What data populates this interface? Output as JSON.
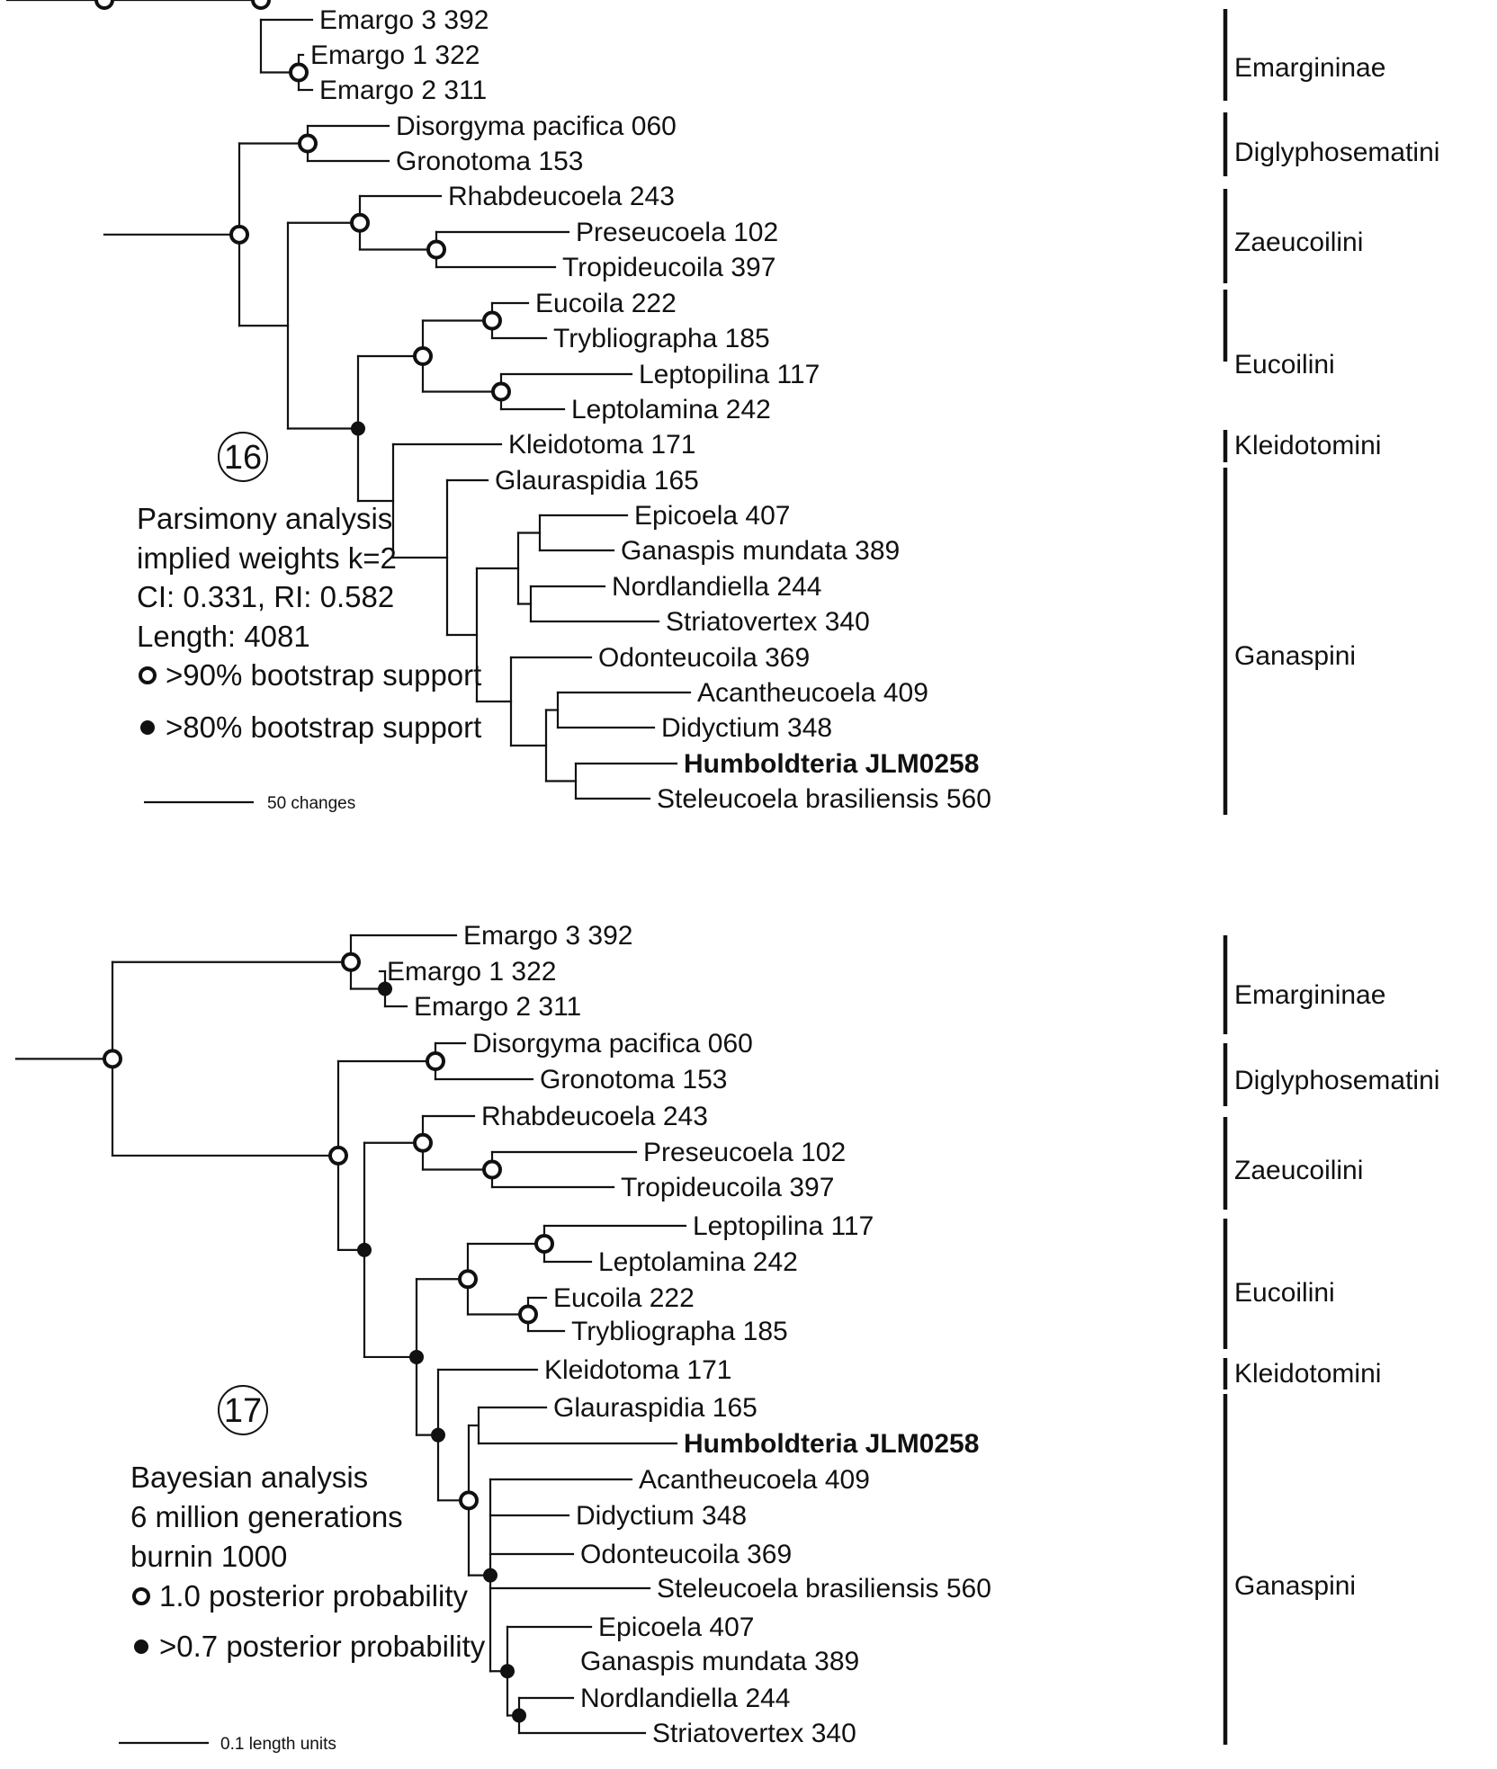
{
  "figures": [
    {
      "id": "16",
      "number": "16",
      "legend_lines": [
        "Parsimony analysis",
        "implied weights k=2",
        "CI: 0.331, RI: 0.582",
        "Length: 4081"
      ],
      "support": [
        {
          "symbol": "open-circle",
          "label": ">90% bootstrap support"
        },
        {
          "symbol": "filled-circle",
          "label": ">80% bootstrap support"
        }
      ],
      "scale_label": "50 changes",
      "taxa": [
        {
          "label": "Emargo 3 392"
        },
        {
          "label": "Emargo 1 322"
        },
        {
          "label": "Emargo 2 311"
        },
        {
          "label": "Disorgyma pacifica 060"
        },
        {
          "label": "Gronotoma 153"
        },
        {
          "label": "Rhabdeucoela 243"
        },
        {
          "label": "Preseucoela 102"
        },
        {
          "label": "Tropideucoila 397"
        },
        {
          "label": "Eucoila 222"
        },
        {
          "label": "Trybliographa 185"
        },
        {
          "label": "Leptopilina 117"
        },
        {
          "label": "Leptolamina 242"
        },
        {
          "label": "Kleidotoma 171"
        },
        {
          "label": "Glauraspidia 165"
        },
        {
          "label": "Epicoela 407"
        },
        {
          "label": "Ganaspis mundata 389"
        },
        {
          "label": "Nordlandiella 244"
        },
        {
          "label": "Striatovertex 340"
        },
        {
          "label": "Odonteucoila 369"
        },
        {
          "label": "Acantheucoela 409"
        },
        {
          "label": "Didyctium 348"
        },
        {
          "label": "Humboldteria JLM0258",
          "bold": true
        },
        {
          "label": "Steleucoela brasiliensis 560"
        }
      ],
      "groups": [
        "Emargininae",
        "Diglyphosematini",
        "Zaeucoilini",
        "Eucoilini",
        "Kleidotomini",
        "Ganaspini"
      ]
    },
    {
      "id": "17",
      "number": "17",
      "legend_lines": [
        "Bayesian analysis",
        "6 million generations",
        "burnin 1000"
      ],
      "support": [
        {
          "symbol": "open-circle",
          "label": "1.0 posterior probability"
        },
        {
          "symbol": "filled-circle",
          "label": ">0.7 posterior probability"
        }
      ],
      "scale_label": "0.1 length units",
      "taxa": [
        {
          "label": "Emargo 3 392"
        },
        {
          "label": "Emargo 1 322"
        },
        {
          "label": "Emargo 2 311"
        },
        {
          "label": "Disorgyma pacifica 060"
        },
        {
          "label": "Gronotoma 153"
        },
        {
          "label": "Rhabdeucoela 243"
        },
        {
          "label": "Preseucoela 102"
        },
        {
          "label": "Tropideucoila 397"
        },
        {
          "label": "Leptopilina 117"
        },
        {
          "label": "Leptolamina 242"
        },
        {
          "label": "Eucoila 222"
        },
        {
          "label": "Trybliographa 185"
        },
        {
          "label": "Kleidotoma 171"
        },
        {
          "label": "Glauraspidia 165"
        },
        {
          "label": "Humboldteria JLM0258",
          "bold": true
        },
        {
          "label": "Acantheucoela 409"
        },
        {
          "label": "Didyctium 348"
        },
        {
          "label": "Odonteucoila 369"
        },
        {
          "label": "Steleucoela brasiliensis 560"
        },
        {
          "label": "Epicoela 407"
        },
        {
          "label": "Ganaspis mundata 389"
        },
        {
          "label": "Nordlandiella 244"
        },
        {
          "label": "Striatovertex 340"
        }
      ],
      "groups": [
        "Emargininae",
        "Diglyphosematini",
        "Zaeucoilini",
        "Eucoilini",
        "Kleidotomini",
        "Ganaspini"
      ]
    }
  ]
}
